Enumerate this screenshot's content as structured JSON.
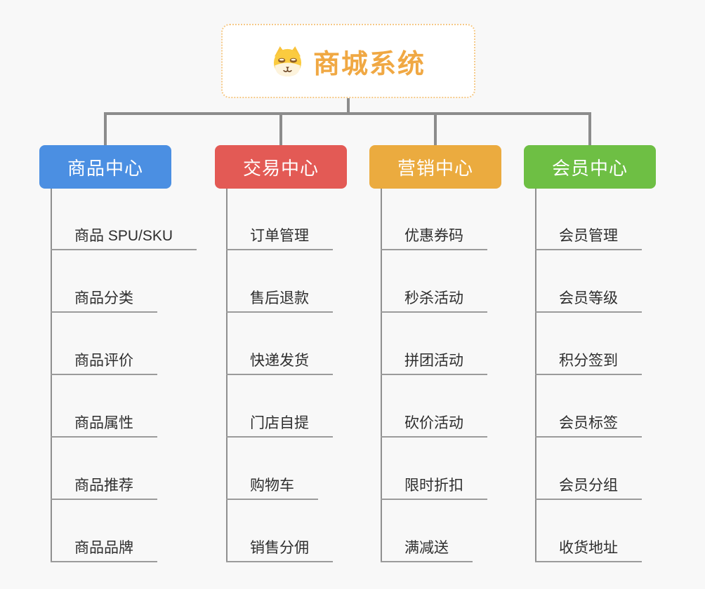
{
  "page": {
    "background_color": "#f8f8f8",
    "connector_color": "#8c8c8c",
    "leaf_underline_color": "#9b9b9b"
  },
  "root": {
    "title": "商城系统",
    "icon": "dog-icon",
    "title_color": "#f0a843",
    "border_color": "#f5c987"
  },
  "branches": [
    {
      "label": "商品中心",
      "color": "#4b8fe2",
      "items": [
        "商品 SPU/SKU",
        "商品分类",
        "商品评价",
        "商品属性",
        "商品推荐",
        "商品品牌"
      ]
    },
    {
      "label": "交易中心",
      "color": "#e35a55",
      "items": [
        "订单管理",
        "售后退款",
        "快递发货",
        "门店自提",
        "购物车",
        "销售分佣"
      ]
    },
    {
      "label": "营销中心",
      "color": "#ebab3f",
      "items": [
        "优惠券码",
        "秒杀活动",
        "拼团活动",
        "砍价活动",
        "限时折扣",
        "满减送"
      ]
    },
    {
      "label": "会员中心",
      "color": "#6ebf44",
      "items": [
        "会员管理",
        "会员等级",
        "积分签到",
        "会员标签",
        "会员分组",
        "收货地址"
      ]
    }
  ]
}
